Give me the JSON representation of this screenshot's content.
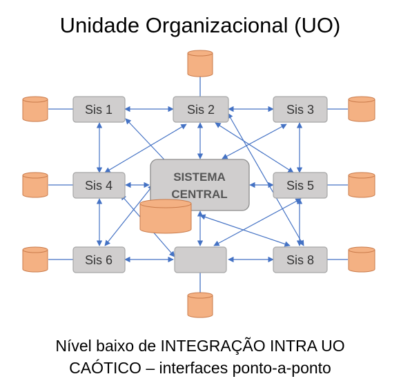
{
  "title": "Unidade Organizacional (UO)",
  "caption": {
    "line1": "Nível baixo de INTEGRAÇÃO INTRA UO",
    "line2": "CAÓTICO – interfaces ponto-a-ponto"
  },
  "central": {
    "line1": "SISTEMA",
    "line2": "CENTRAL"
  },
  "nodes": {
    "sis1": "Sis 1",
    "sis2": "Sis 2",
    "sis3": "Sis 3",
    "sis4": "Sis 4",
    "sis5": "Sis 5",
    "sis6": "Sis 6",
    "sis7": "",
    "sis8": "Sis 8"
  },
  "colors": {
    "node_fill": "#d0cece",
    "node_stroke": "#a6a6a6",
    "database_fill": "#f4b183",
    "database_stroke": "#c97a4a",
    "connector": "#4472c4"
  }
}
